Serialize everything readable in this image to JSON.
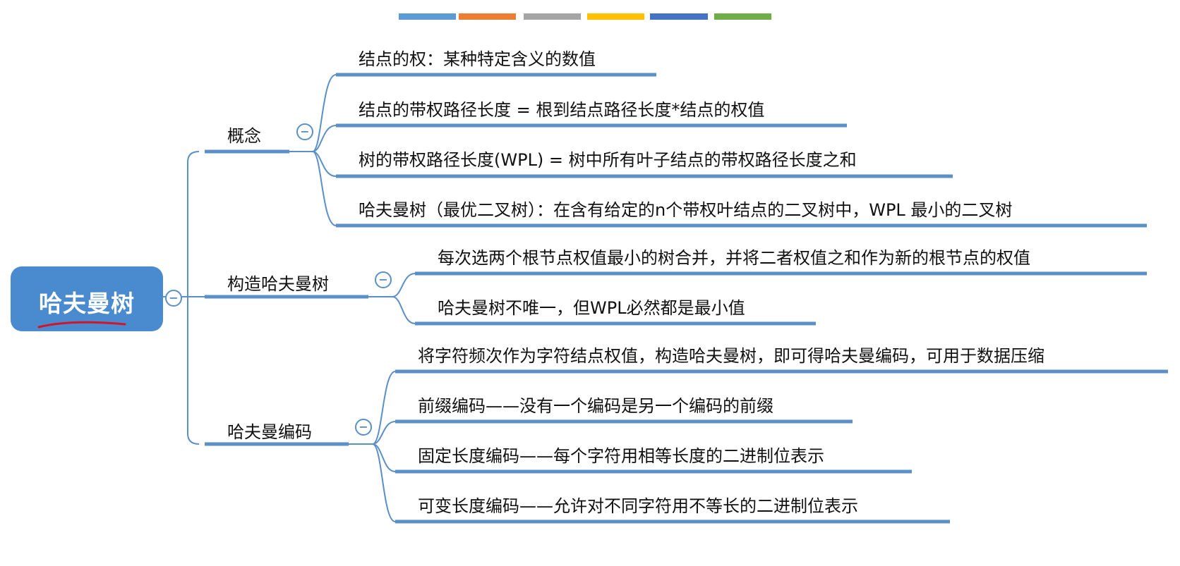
{
  "palette": [
    "#5b9bd5",
    "#ed7d31",
    "#a5a5a5",
    "#ffc000",
    "#4472c4",
    "#70ad47"
  ],
  "colors": {
    "branch": "#5b8fc8",
    "root_fill": "#4a8ace",
    "annotation": "#d1152a"
  },
  "root": {
    "label": "哈夫曼树"
  },
  "branches": [
    {
      "label": "概念",
      "children": [
        "结点的权：某种特定含义的数值",
        "结点的带权路径长度 = 根到结点路径长度*结点的权值",
        "树的带权路径长度(WPL) = 树中所有叶子结点的带权路径长度之和",
        "哈夫曼树（最优二叉树）：在含有给定的n个带权叶结点的二叉树中，WPL 最小的二叉树"
      ]
    },
    {
      "label": "构造哈夫曼树",
      "children": [
        "每次选两个根节点权值最小的树合并，并将二者权值之和作为新的根节点的权值",
        "哈夫曼树不唯一，但WPL必然都是最小值"
      ]
    },
    {
      "label": "哈夫曼编码",
      "children": [
        "将字符频次作为字符结点权值，构造哈夫曼树，即可得哈夫曼编码，可用于数据压缩",
        "前缀编码——没有一个编码是另一个编码的前缀",
        "固定长度编码——每个字符用相等长度的二进制位表示",
        "可变长度编码——允许对不同字符用不等长的二进制位表示"
      ]
    }
  ],
  "collapse_symbol": "−"
}
